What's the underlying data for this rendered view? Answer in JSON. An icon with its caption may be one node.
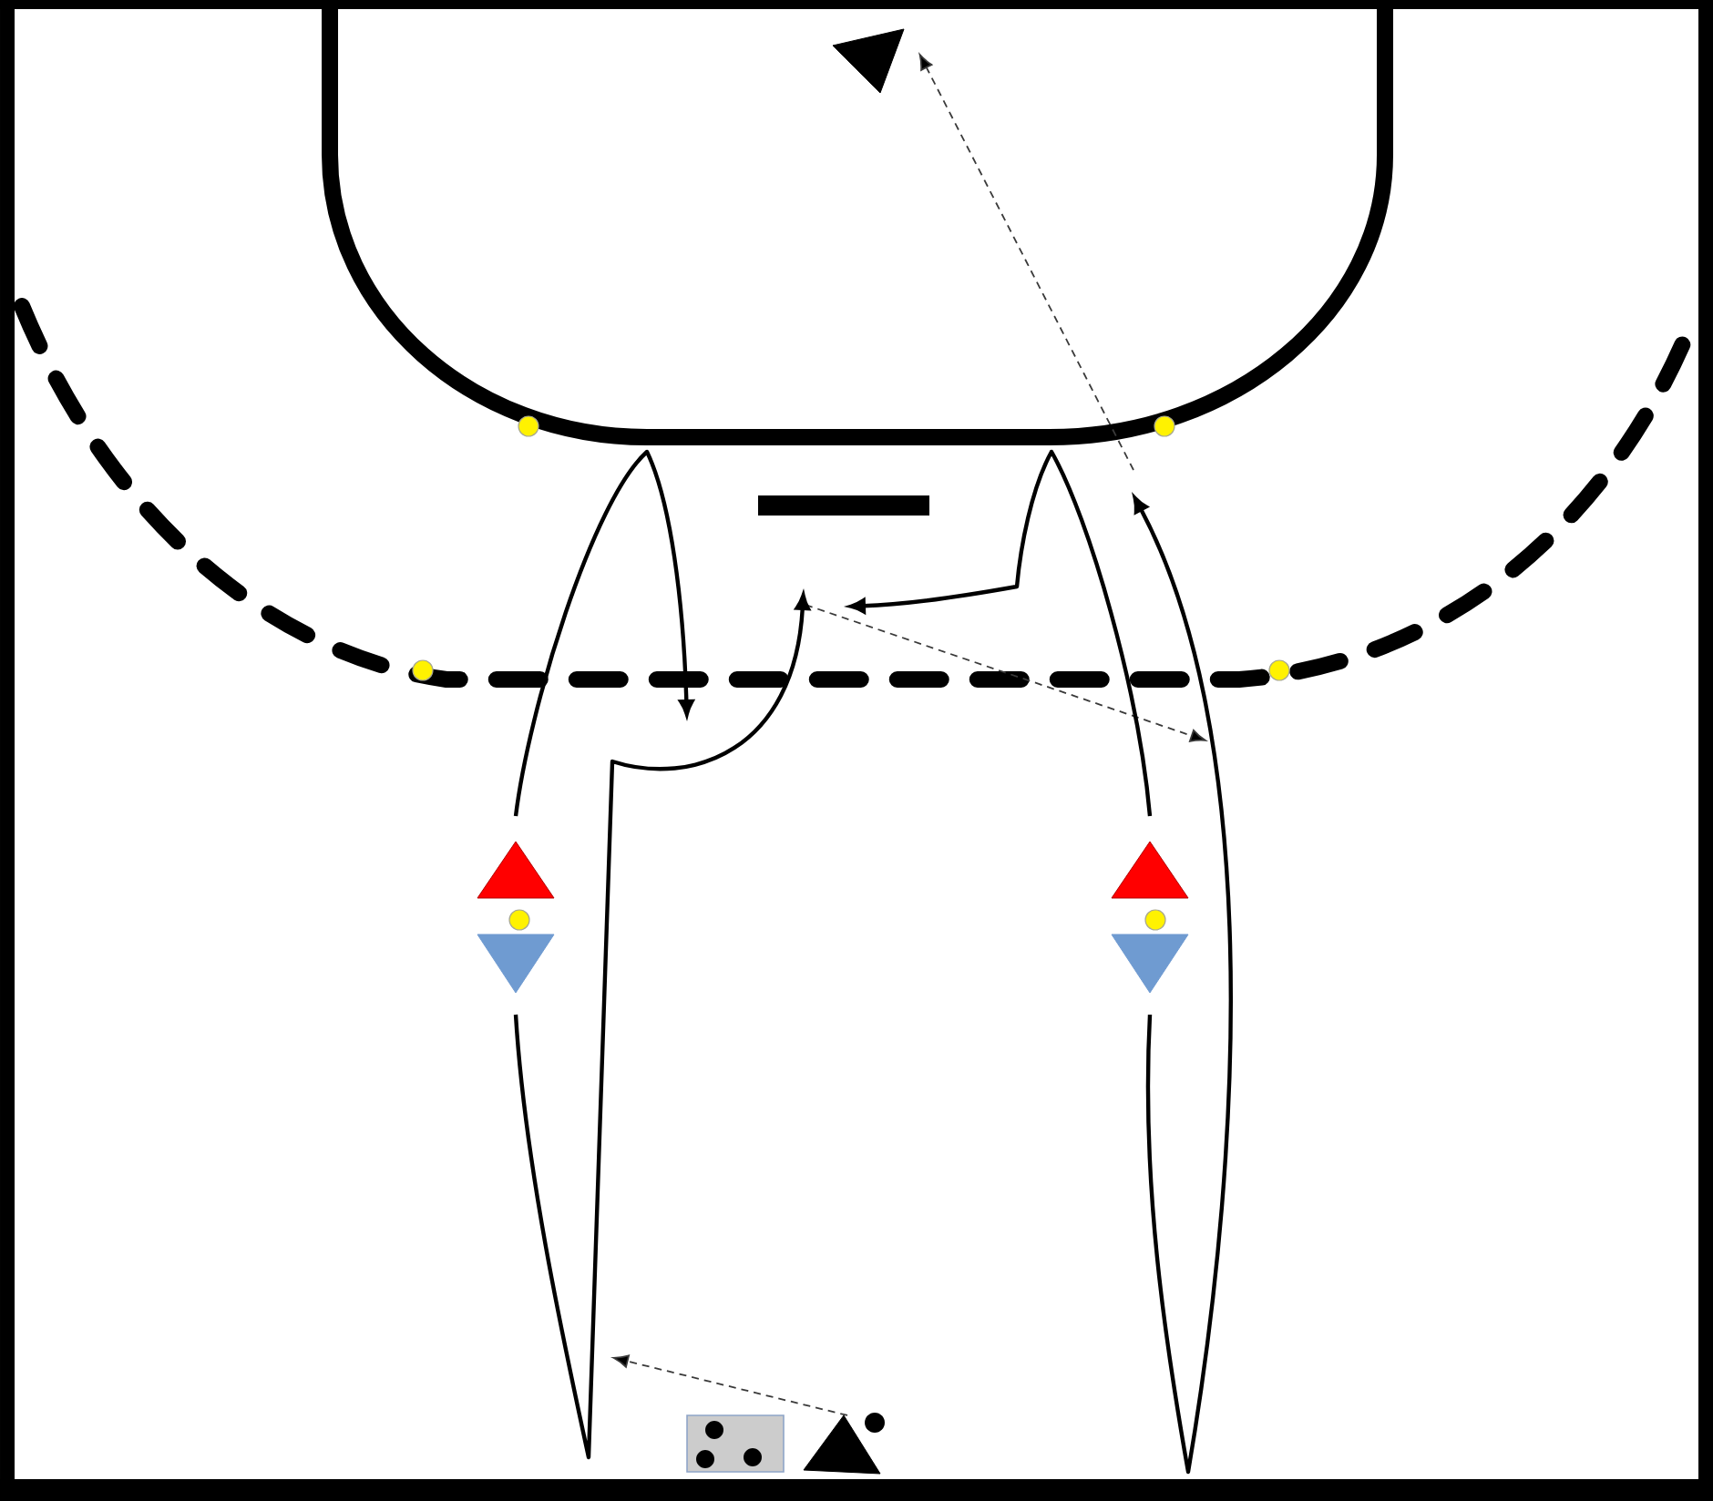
{
  "diagram": {
    "nodes": [
      {
        "text": [],
        "shape": "triangle"
      },
      {
        "text": [],
        "shape": "triangle"
      },
      {
        "text": [],
        "shape": "triangle"
      },
      {
        "text": [],
        "shape": "triangle"
      },
      {
        "text": [],
        "shape": "triangle"
      },
      {
        "text": [],
        "shape": "box"
      },
      {
        "text": [],
        "shape": "triangle"
      }
    ],
    "edges": [
      {
        "from": 1,
        "to": null,
        "arrow": "to"
      },
      {
        "from": 2,
        "to": null,
        "arrow": "to"
      },
      {
        "from": 3,
        "to": null,
        "arrow": "to"
      },
      {
        "from": 4,
        "to": null,
        "arrow": "to"
      },
      {
        "from": null,
        "to": 0,
        "arrow": "to",
        "style": "dashed"
      },
      {
        "from": 6,
        "to": null,
        "arrow": "to",
        "style": "dashed"
      }
    ]
  }
}
